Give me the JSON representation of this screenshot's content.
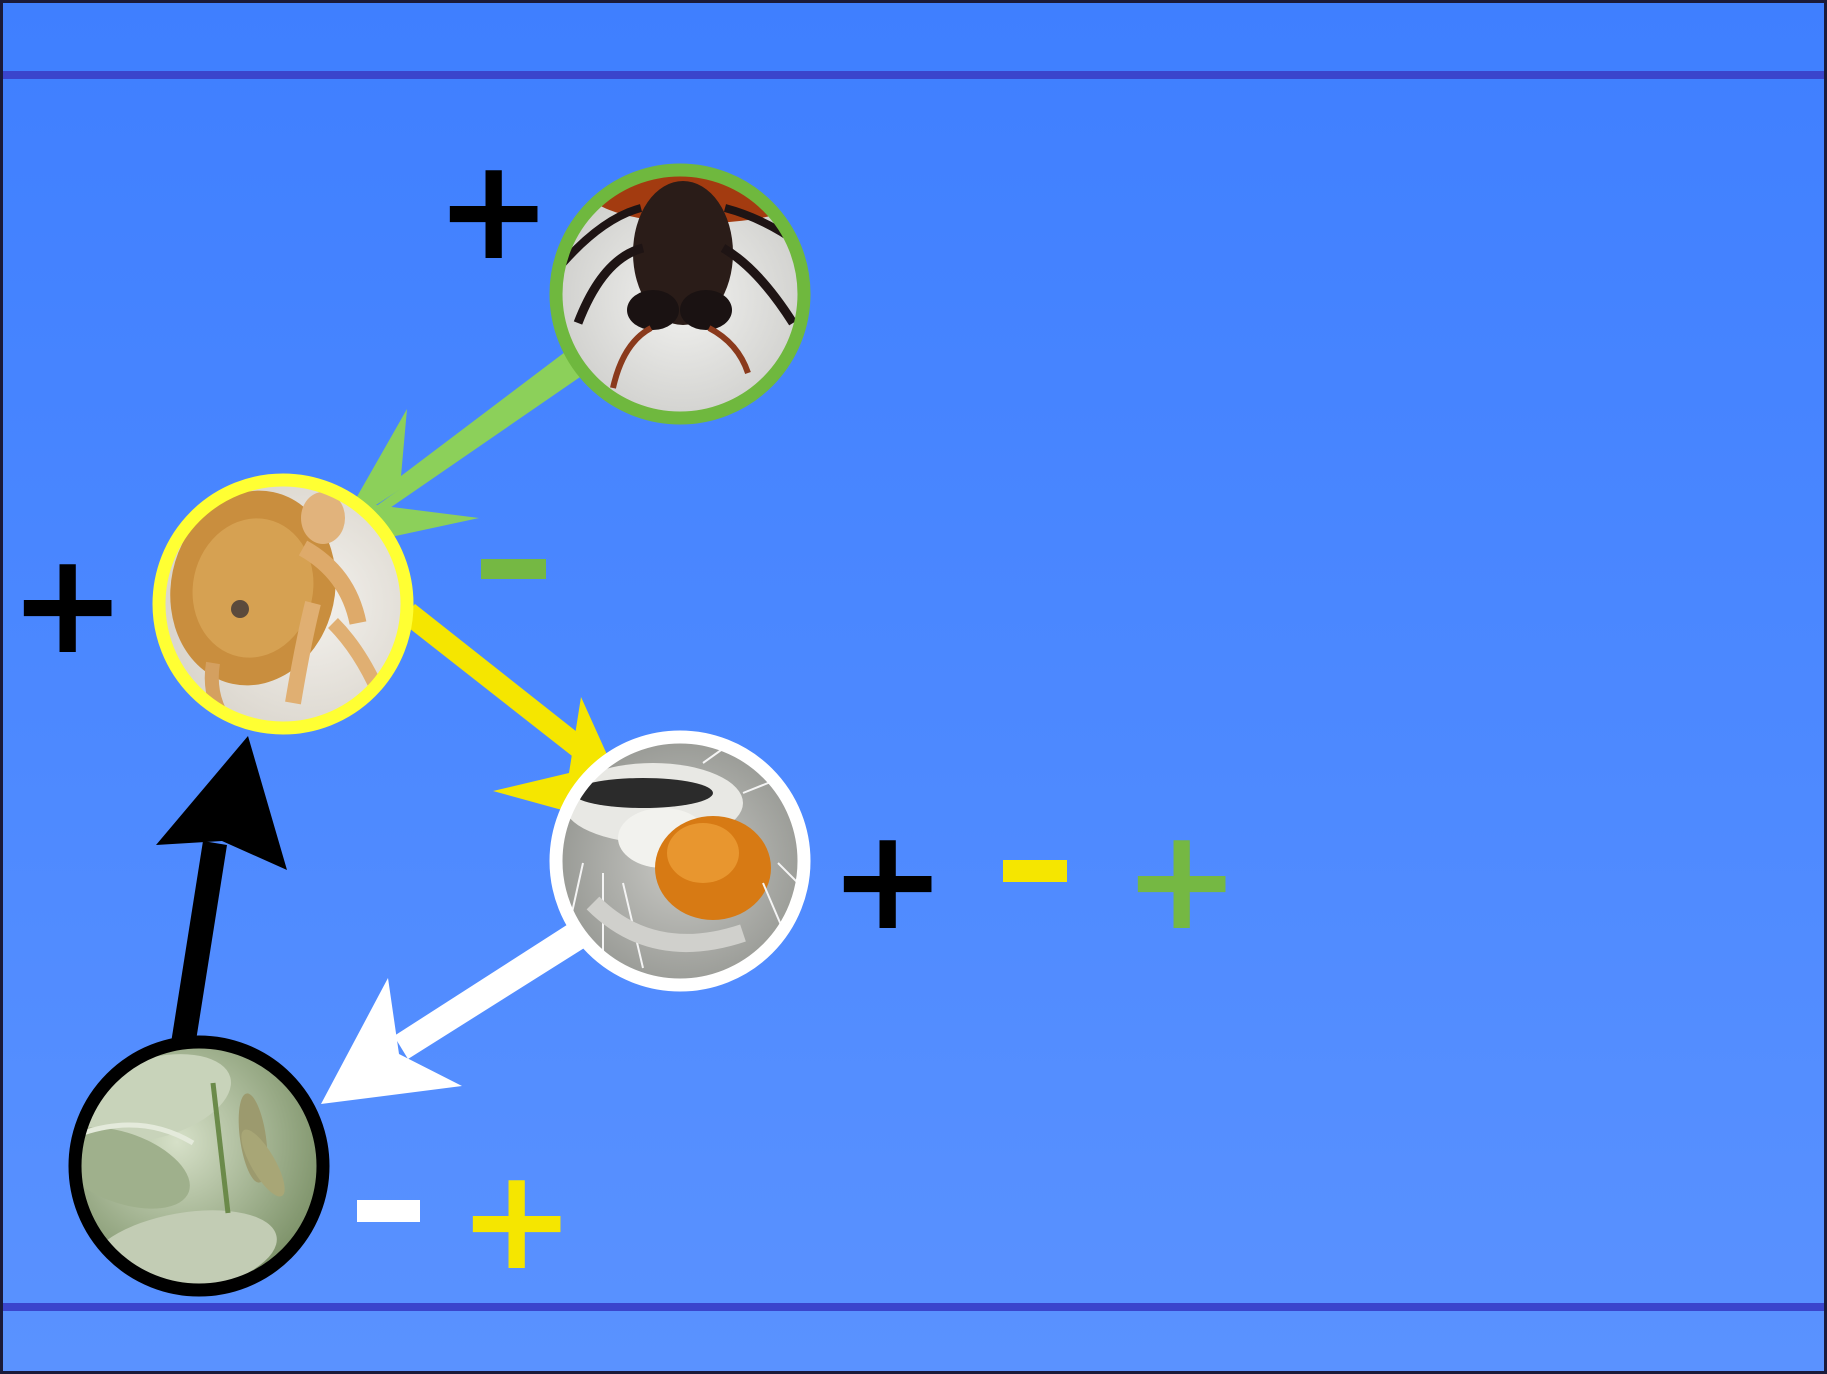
{
  "colors": {
    "background": "#4a86ff",
    "band_line": "#3a45cc",
    "green": "#75b843",
    "green_arrow": "#8cd05a",
    "yellow": "#f5e600",
    "white": "#ffffff",
    "black": "#000000"
  },
  "nodes": [
    {
      "id": "predator-beetle",
      "icon": "beetle-photo",
      "ring_color": "#6fb83e"
    },
    {
      "id": "ant",
      "icon": "ant-photo",
      "ring_color": "#ffff33"
    },
    {
      "id": "caterpillar",
      "icon": "caterpillar-photo",
      "ring_color": "#ffffff"
    },
    {
      "id": "piper-plant",
      "icon": "plant-photo",
      "ring_color": "#000000"
    }
  ],
  "edges": [
    {
      "from": "predator-beetle",
      "to": "ant",
      "color": "#8cd05a"
    },
    {
      "from": "ant",
      "to": "caterpillar",
      "color": "#f5e600"
    },
    {
      "from": "caterpillar",
      "to": "piper-plant",
      "color": "#ffffff"
    },
    {
      "from": "piper-plant",
      "to": "ant",
      "color": "#000000"
    }
  ],
  "signs": {
    "beetle_plus_black": "+",
    "ant_plus_black": "+",
    "ant_minus_green": "-",
    "caterpillar_plus_black": "+",
    "caterpillar_minus_yellow": "-",
    "caterpillar_plus_green": "+",
    "plant_minus_white": "-",
    "plant_plus_yellow": "+"
  }
}
